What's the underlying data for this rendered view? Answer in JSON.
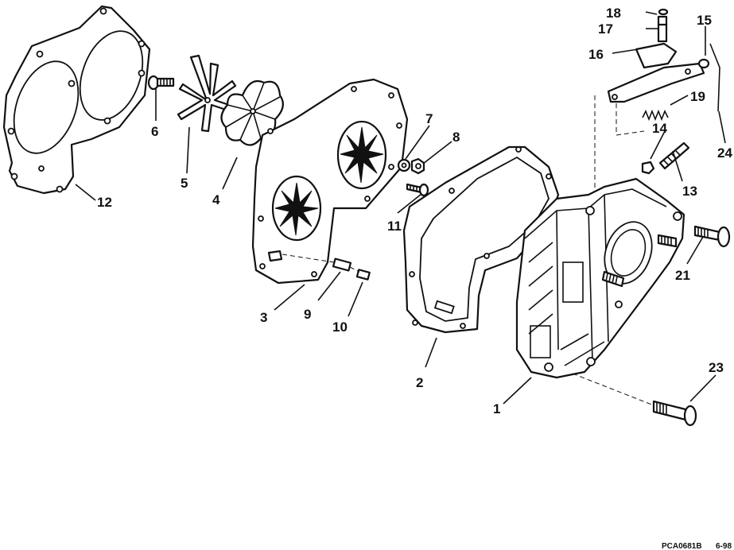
{
  "callouts": {
    "c1": "1",
    "c2": "2",
    "c3": "3",
    "c4": "4",
    "c5": "5",
    "c6": "6",
    "c7": "7",
    "c8": "8",
    "c9": "9",
    "c10": "10",
    "c11": "11",
    "c12": "12",
    "c13": "13",
    "c14": "14",
    "c15": "15",
    "c16": "16",
    "c17": "17",
    "c18": "18",
    "c19": "19",
    "c21": "21",
    "c23": "23",
    "c24": "24"
  },
  "footer": {
    "drawing_code": "PCA0681B",
    "date": "6-98"
  }
}
